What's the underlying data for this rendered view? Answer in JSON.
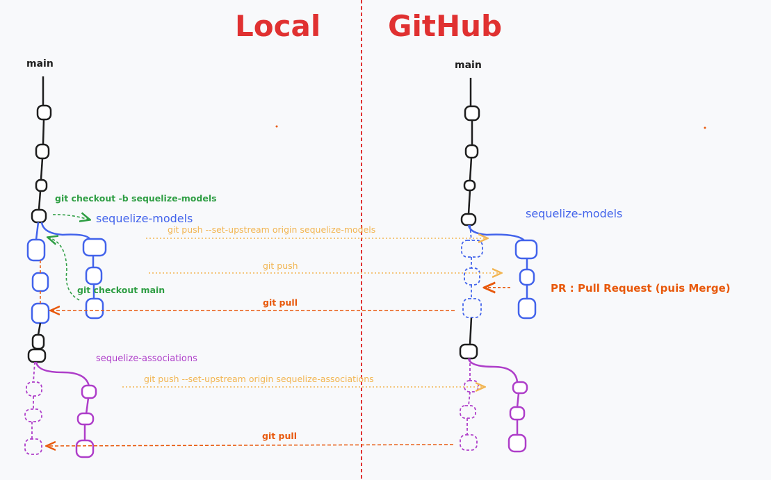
{
  "titles": {
    "left": "Local",
    "right": "GitHub"
  },
  "labels": {
    "main_left": "main",
    "main_right": "main",
    "models_left": "sequelize-models",
    "models_right": "sequelize-models",
    "associations": "sequelize-associations",
    "pr": "PR : Pull Request (puis Merge)"
  },
  "commands": {
    "checkout_b": "git checkout -b sequelize-models",
    "checkout_main": "git checkout main",
    "push_upstream_models": "git push --set-upstream origin sequelize-models",
    "push": "git push",
    "pull_1": "git pull",
    "push_upstream_assoc": "git push --set-upstream origin sequelize-associations",
    "pull_2": "git pull"
  },
  "colors": {
    "title": "#e03131",
    "divider": "#e03131",
    "main": "#1e1e1e",
    "models": "#4263eb",
    "associations": "#ae3ec9",
    "green": "#2f9e44",
    "push": "#f2b552",
    "pull": "#e8590c",
    "pr": "#e8590c"
  }
}
